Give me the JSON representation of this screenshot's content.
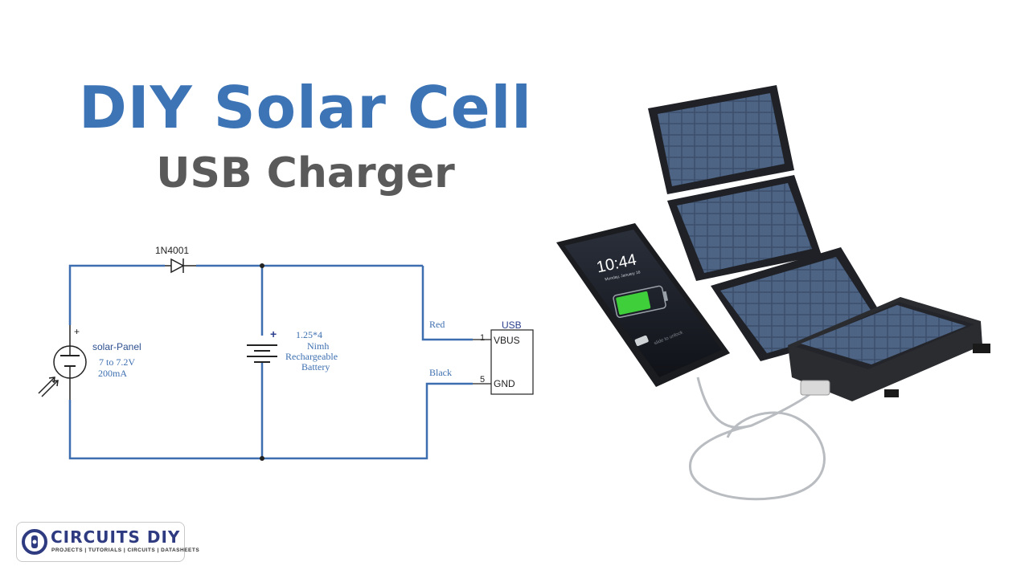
{
  "title": "DIY Solar Cell",
  "subtitle": "USB Charger",
  "schematic": {
    "diode_label": "1N4001",
    "panel_polarity": "+",
    "panel_name": "solar-Panel",
    "panel_voltage": "7 to 7.2V",
    "panel_current": "200mA",
    "battery_polarity": "+",
    "battery_spec": "1.25*4",
    "battery_type": "Nimh",
    "battery_desc1": "Rechargeable",
    "battery_desc2": "Battery",
    "wire_red": "Red",
    "wire_black": "Black",
    "usb_label": "USB",
    "pin1_num": "1",
    "pin1_name": "VBUS",
    "pin5_num": "5",
    "pin5_name": "GND"
  },
  "phone": {
    "time": "10:44",
    "date": "Monday, January 16",
    "unlock": "slide to unlock"
  },
  "logo": {
    "name": "CIRCUITS DIY",
    "tagline": "PROJECTS | TUTORIALS | CIRCUITS | DATASHEETS"
  },
  "colors": {
    "title": "#3d74b6",
    "subtitle": "#5a5a5a",
    "wire": "#3d6fb0",
    "logo": "#2e3b80"
  }
}
